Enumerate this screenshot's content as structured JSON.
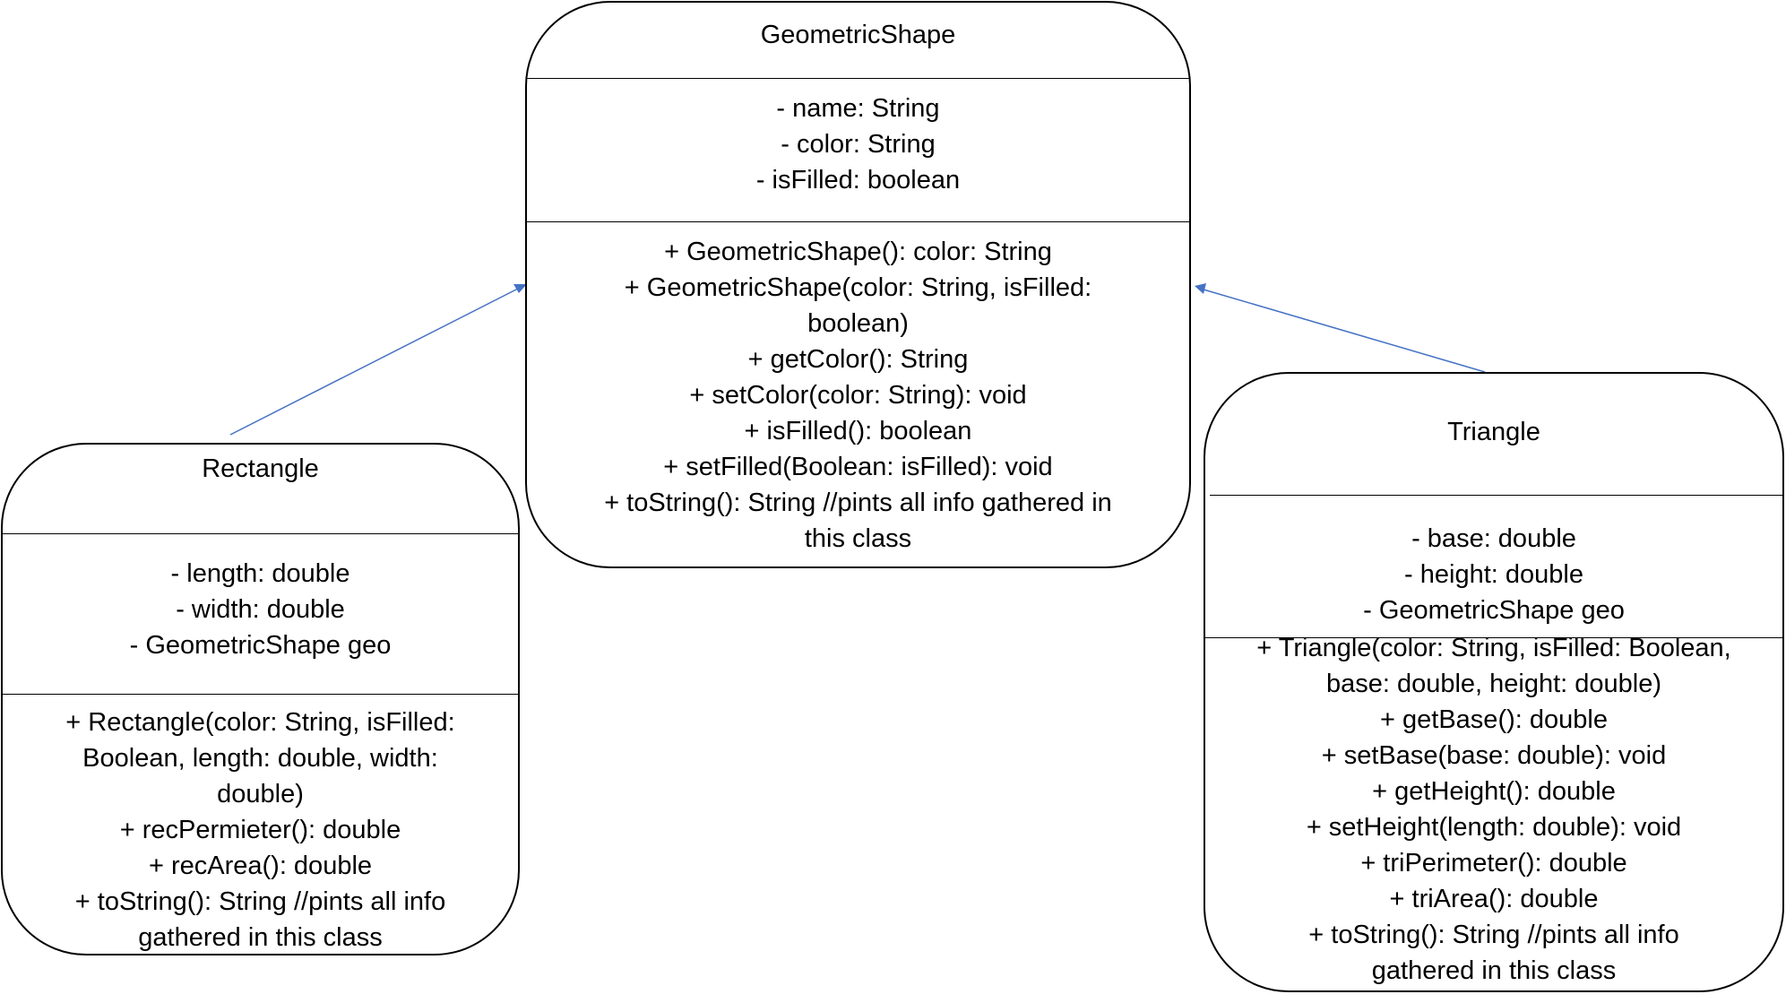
{
  "classes": {
    "geometric_shape": {
      "name": "GeometricShape",
      "attributes": [
        "- name: String",
        "-  color: String",
        "- isFilled: boolean"
      ],
      "operations": [
        "+ GeometricShape(): color: String",
        "+ GeometricShape(color: String, isFilled:",
        "boolean)",
        "+ getColor(): String",
        "+ setColor(color: String): void",
        "+ isFilled(): boolean",
        "+ setFilled(Boolean: isFilled): void",
        "+ toString(): String //pints all info gathered in",
        "this class"
      ]
    },
    "rectangle": {
      "name": "Rectangle",
      "attributes": [
        "- length: double",
        "-  width: double",
        "- GeometricShape geo"
      ],
      "operations": [
        "+ Rectangle(color: String, isFilled:",
        "Boolean, length: double, width:",
        "double)",
        "+ recPermieter(): double",
        "+ recArea(): double",
        "+ toString(): String //pints all info",
        "gathered in this class"
      ]
    },
    "triangle": {
      "name": "Triangle",
      "attributes": [
        "- base: double",
        "-  height: double",
        "- GeometricShape geo"
      ],
      "operations": [
        "+ Triangle(color: String, isFilled: Boolean,",
        "base: double, height: double)",
        "+ getBase(): double",
        "+ setBase(base: double): void",
        "+ getHeight(): double",
        "+ setHeight(length: double): void",
        "+ triPerimeter(): double",
        "+ triArea(): double",
        "+ toString(): String //pints all info",
        "gathered in this class"
      ]
    }
  },
  "relationships": [
    {
      "from": "rectangle",
      "to": "geometric_shape",
      "type": "generalization",
      "color": "#4472C4"
    },
    {
      "from": "triangle",
      "to": "geometric_shape",
      "type": "generalization",
      "color": "#4472C4"
    }
  ]
}
